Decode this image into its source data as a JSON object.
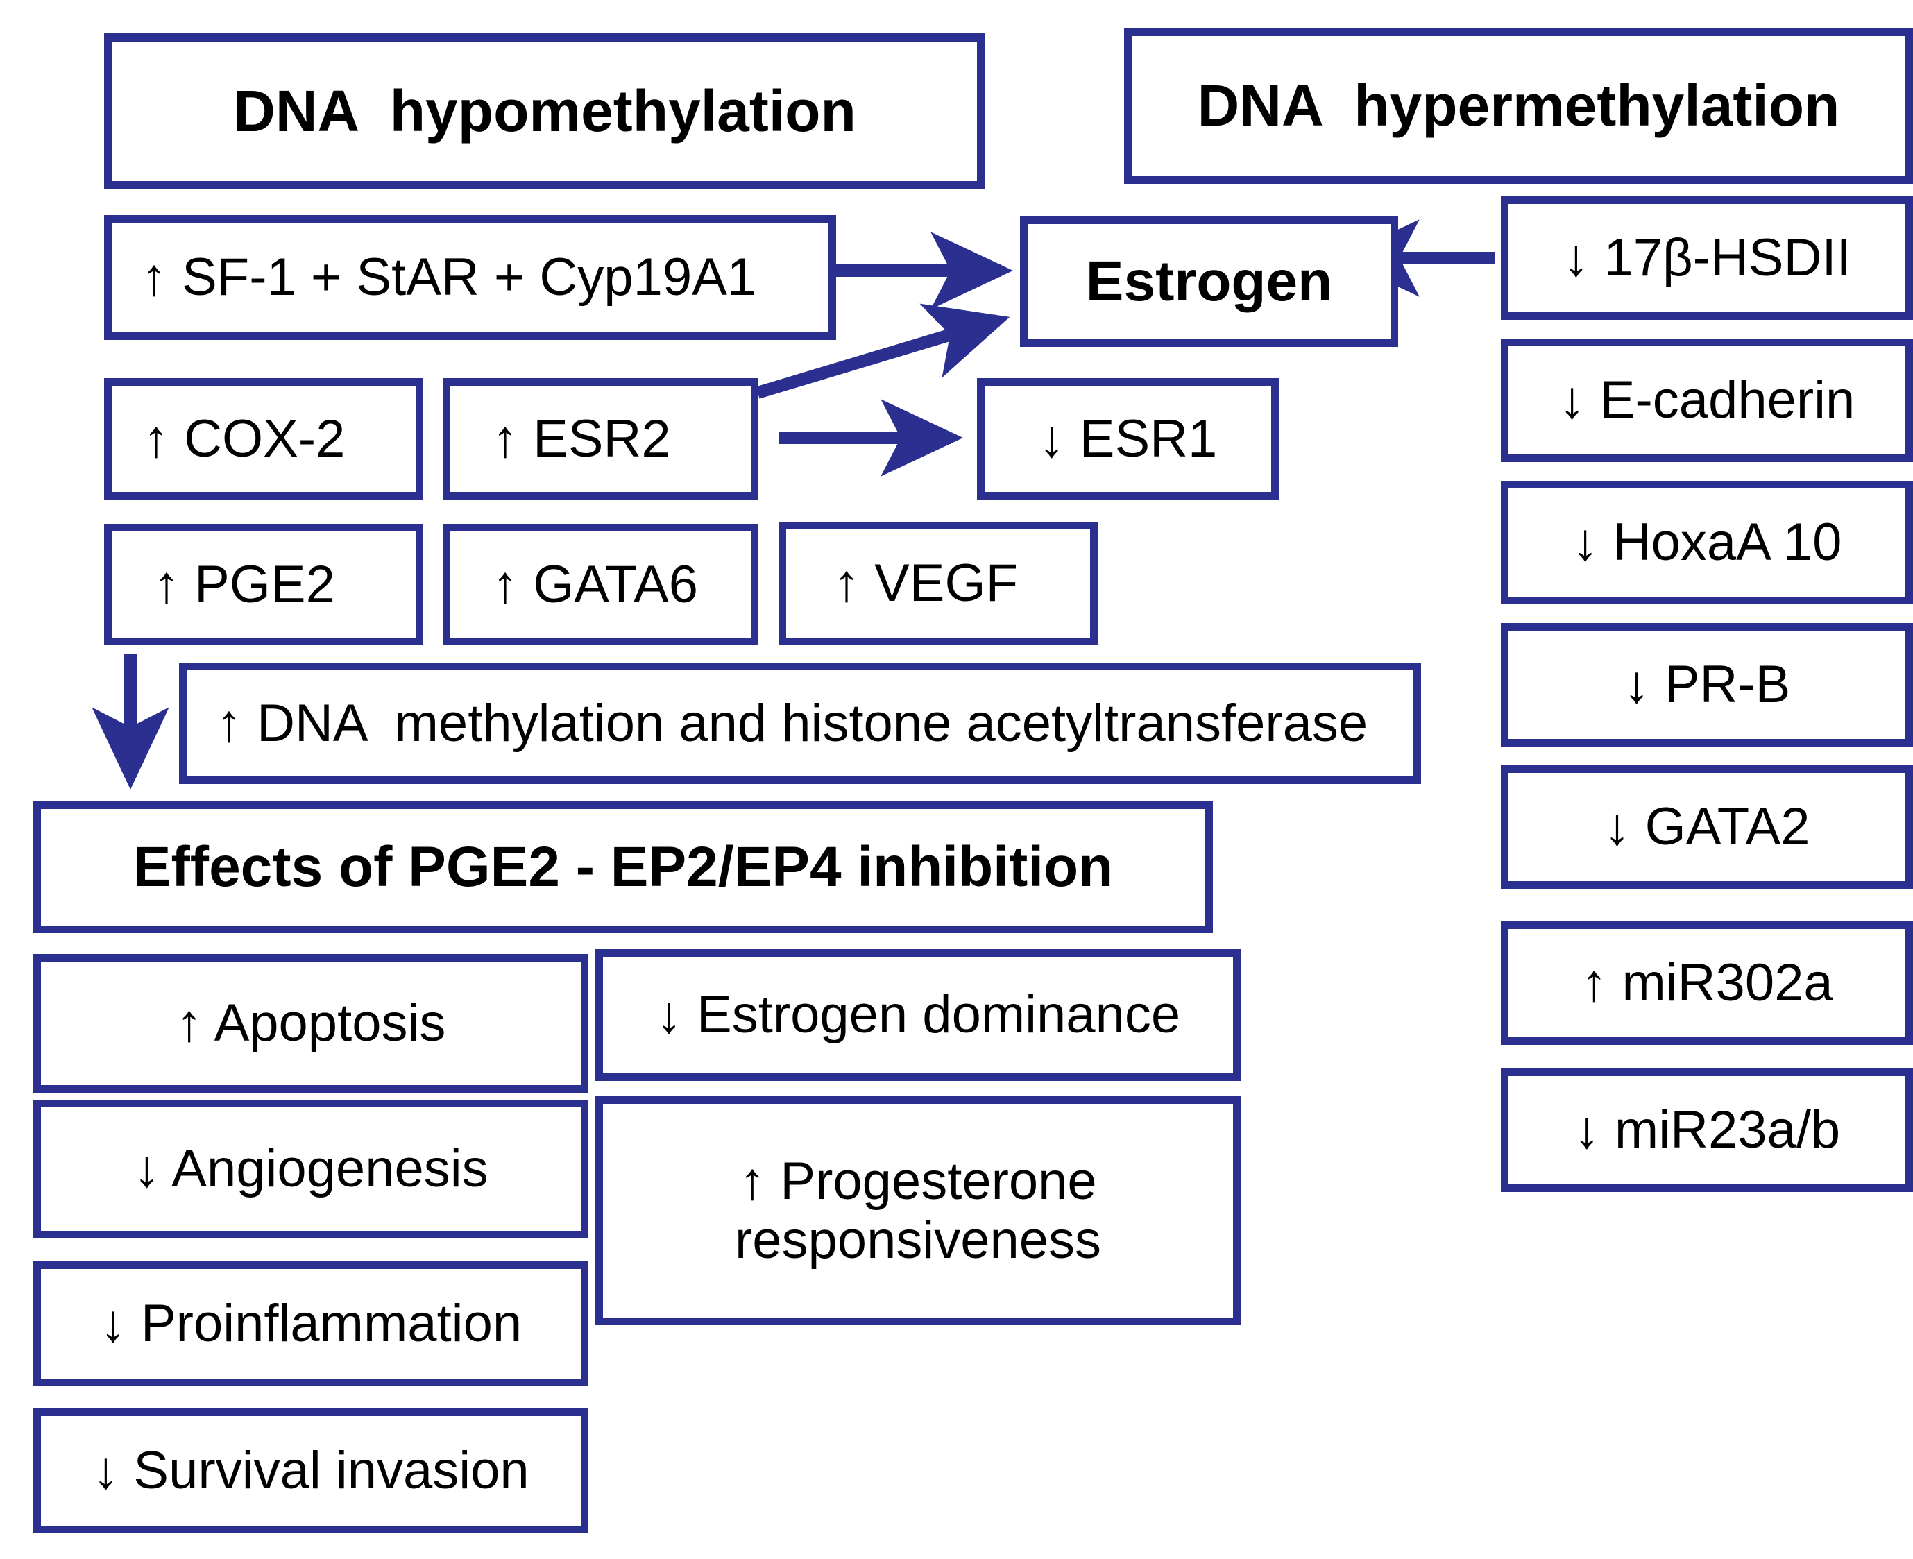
{
  "colors": {
    "border": "#2b2f8f",
    "arrow": "#2b2f8f",
    "text": "#000000",
    "background": "#ffffff"
  },
  "headers": {
    "left": "DNA  hypomethylation",
    "right": "DNA  hypermethylation"
  },
  "hypomethylation_nodes": [
    {
      "id": "sf1",
      "label": "↑ SF-1 + StAR + Cyp19A1"
    },
    {
      "id": "cox2",
      "label": "↑ COX-2"
    },
    {
      "id": "esr2",
      "label": "↑ ESR2"
    },
    {
      "id": "pge2",
      "label": "↑ PGE2"
    },
    {
      "id": "gata6",
      "label": "↑ GATA6"
    },
    {
      "id": "vegf",
      "label": "↑ VEGF"
    },
    {
      "id": "dnameth",
      "label": "↑ DNA  methylation and histone acetyltransferase"
    }
  ],
  "center_nodes": {
    "estrogen": "Estrogen",
    "esr1": "↓ ESR1"
  },
  "hypermethylation_nodes": [
    {
      "id": "hsd2",
      "label": "↓ 17β-HSDII"
    },
    {
      "id": "ecadherin",
      "label": "↓ E-cadherin"
    },
    {
      "id": "hoxa10",
      "label": "↓ HoxaA 10"
    },
    {
      "id": "prb",
      "label": "↓ PR-B"
    },
    {
      "id": "gata2",
      "label": "↓ GATA2"
    },
    {
      "id": "mir302a",
      "label": "↑ miR302a"
    },
    {
      "id": "mir23ab",
      "label": "↓ miR23a/b"
    }
  ],
  "effects_header": "Effects of PGE2 - EP2/EP4 inhibition",
  "effects_left": [
    {
      "id": "apoptosis",
      "label": "↑ Apoptosis"
    },
    {
      "id": "angiogenesis",
      "label": "↓ Angiogenesis"
    },
    {
      "id": "proinflammation",
      "label": "↓ Proinflammation"
    },
    {
      "id": "survival",
      "label": "↓ Survival invasion"
    }
  ],
  "effects_right": [
    {
      "id": "estrogen-dominance",
      "label": "↓ Estrogen dominance"
    },
    {
      "id": "progesterone-responsiveness",
      "label": "↑ Progesterone\nresponsiveness"
    }
  ],
  "arrows": [
    {
      "id": "sf1-to-estrogen",
      "from": "sf1",
      "to": "estrogen",
      "direction": "right"
    },
    {
      "id": "esr2-to-estrogen",
      "from": "esr2",
      "to": "estrogen",
      "direction": "diagonal-up-right"
    },
    {
      "id": "esr2-to-esr1",
      "from": "esr2",
      "to": "esr1",
      "direction": "right"
    },
    {
      "id": "hsd2-to-estrogen",
      "from": "hsd2",
      "to": "estrogen",
      "direction": "left"
    },
    {
      "id": "pge2-to-effects",
      "from": "pge2",
      "to": "effects-header",
      "direction": "down"
    }
  ]
}
